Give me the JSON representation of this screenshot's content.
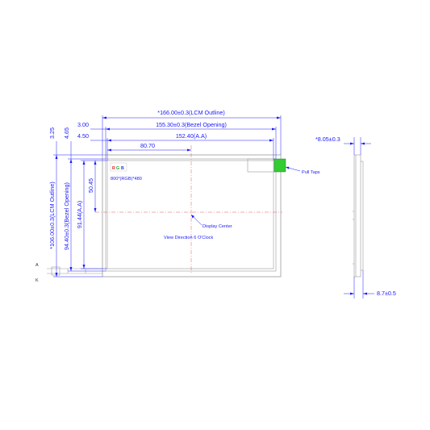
{
  "dimensions": {
    "lcm_outline_width": "*166.00±0.3(LCM Outline)",
    "bezel_opening_width": "155.30±0.3(Bezel Opening)",
    "active_area_width": "152.40(A.A)",
    "half_active_width": "80.70",
    "lcm_outline_height": "*106.00±0.3(LCM Outline)",
    "bezel_opening_height": "94.40±0.3(Bezel Opening)",
    "active_area_height": "91.44(A.A)",
    "half_active_height": "50.45",
    "offset_top_outline": "3.25",
    "offset_top_bezel": "4.65",
    "offset_left_bezel": "3.00",
    "offset_left_aa": "4.50",
    "module_thickness": "*8.05±0.3",
    "overall_thickness": "8.7±0.5"
  },
  "labels": {
    "resolution": "800*(RGB)*480",
    "display_center": "Display Center",
    "view_direction": "View Direction 6 O'Clock",
    "pull_taps": "Pull Taps",
    "pin_a": "A",
    "pin_k": "K"
  },
  "rgb_marker": {
    "r": "R",
    "g": "G",
    "b": "B",
    "colors": {
      "r": "#e02020",
      "g": "#20a020",
      "b": "#2040e0"
    }
  },
  "colors": {
    "dimension_lines": "#1a1aff",
    "outline": "#9a9a9a",
    "center_lines": "#e03030",
    "pull_tab": "#33cc33"
  }
}
